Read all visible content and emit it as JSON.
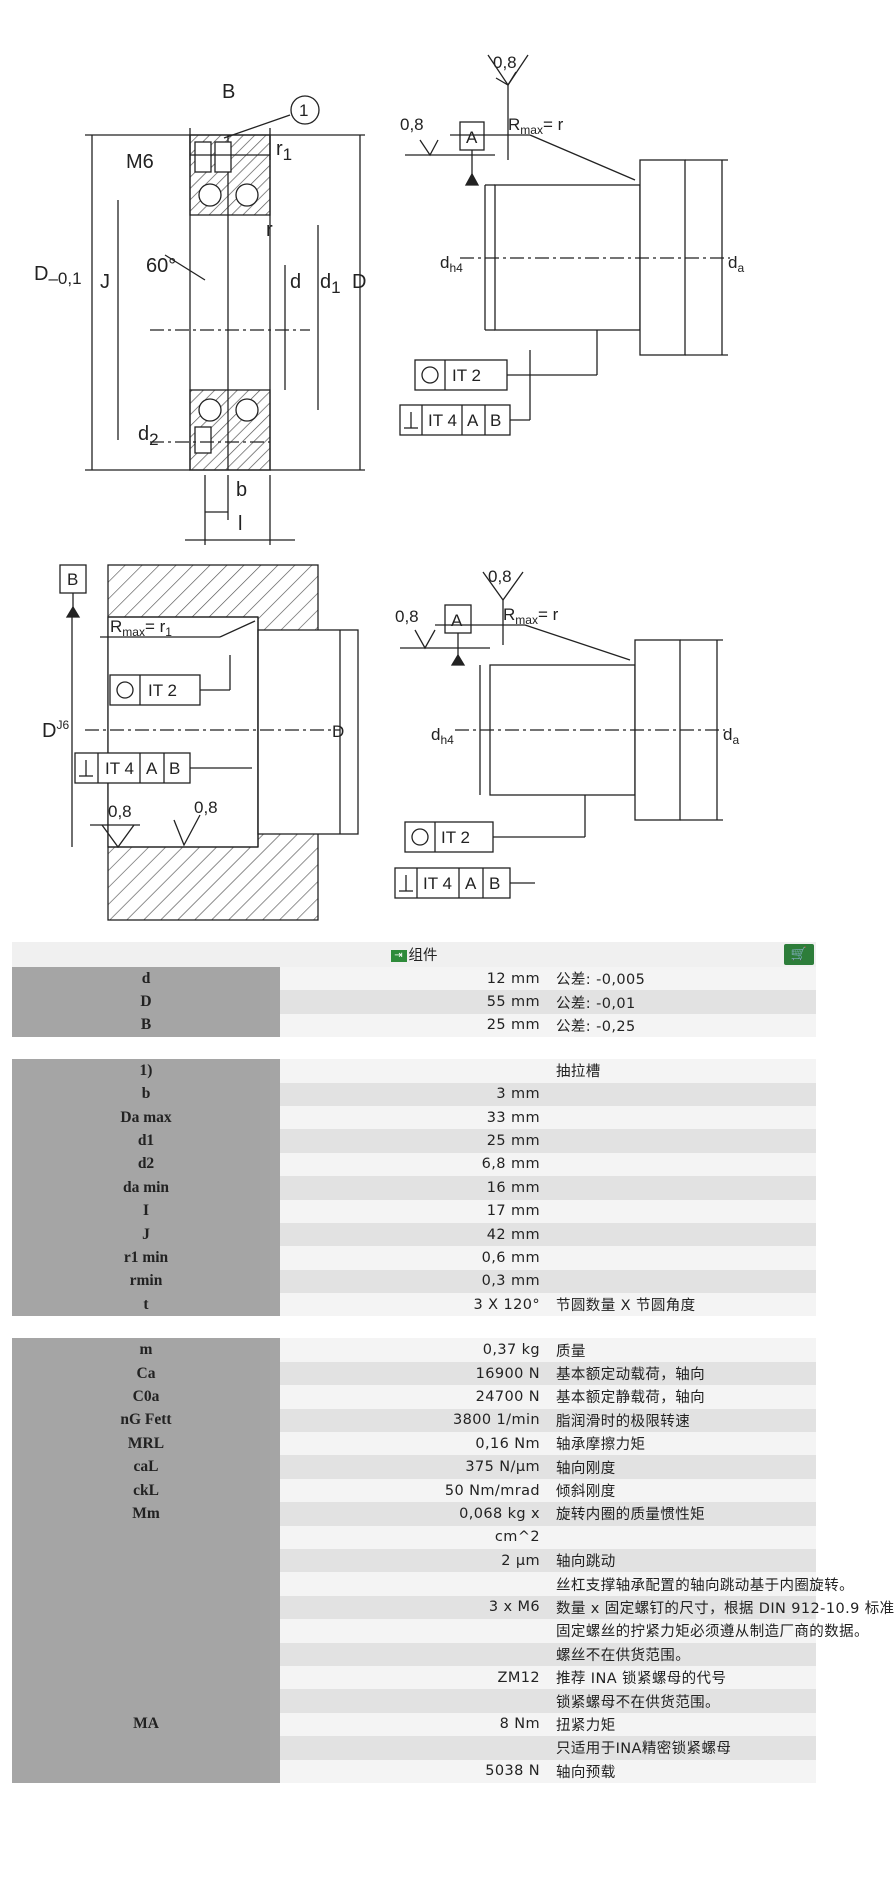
{
  "drawing1": {
    "labels": {
      "B": "B",
      "callout": "1",
      "r1": "r",
      "r1_sub": "1",
      "M6": "M6",
      "D01": "D",
      "D01_sub": "–0,1",
      "J": "J",
      "angle": "60°",
      "r": "r",
      "d": "d",
      "d1": "d",
      "d1_sub": "1",
      "D": "D",
      "d2": "d",
      "d2_sub": "2",
      "b": "b",
      "l": "l"
    }
  },
  "drawing2": {
    "labels": {
      "rough_top": "0,8",
      "rough_left": "0,8",
      "datumA": "A",
      "rmax": "R",
      "rmax_sub": "max",
      "rmax_eq": "= r",
      "dh4": "d",
      "dh4_sub": "h4",
      "da": "d",
      "da_sub": "a",
      "it2": "IT 2",
      "it4": "IT 4",
      "A": "A",
      "B": "B"
    }
  },
  "drawing3": {
    "labels": {
      "datumB": "B",
      "rmax": "R",
      "rmax_sub": "max",
      "rmax_eq": "= r",
      "rmax_sub2": "1",
      "it2": "IT 2",
      "dj6": "D",
      "dj6_sup": "J6",
      "D": "D",
      "it4": "IT 4",
      "A": "A",
      "B": "B",
      "rough1": "0,8",
      "rough2": "0,8"
    }
  },
  "drawing4": {
    "labels": {
      "rough_top": "0,8",
      "rough_left": "0,8",
      "datumA": "A",
      "rmax": "R",
      "rmax_sub": "max",
      "rmax_eq": "= r",
      "dh4": "d",
      "dh4_sub": "h4",
      "da": "d",
      "da_sub": "a",
      "it2": "IT 2",
      "it4": "IT 4",
      "A": "A",
      "B": "B"
    }
  },
  "table": {
    "header": "组件",
    "group1": [
      {
        "label": "d",
        "value": "12  mm",
        "desc": "公差: -0,005"
      },
      {
        "label": "D",
        "value": "55  mm",
        "desc": "公差: -0,01"
      },
      {
        "label": "B",
        "value": "25  mm",
        "desc": "公差: -0,25"
      }
    ],
    "group2": [
      {
        "label": "1)",
        "value": "",
        "desc": "抽拉槽"
      },
      {
        "label": "b",
        "value": "3  mm",
        "desc": ""
      },
      {
        "label": "Da max",
        "value": "33  mm",
        "desc": ""
      },
      {
        "label": "d1",
        "value": "25  mm",
        "desc": ""
      },
      {
        "label": "d2",
        "value": "6,8  mm",
        "desc": ""
      },
      {
        "label": "da min",
        "value": "16  mm",
        "desc": ""
      },
      {
        "label": "I",
        "value": "17  mm",
        "desc": ""
      },
      {
        "label": "J",
        "value": "42  mm",
        "desc": ""
      },
      {
        "label": "r1 min",
        "value": "0,6  mm",
        "desc": ""
      },
      {
        "label": "rmin",
        "value": "0,3  mm",
        "desc": ""
      },
      {
        "label": "t",
        "value": "3 X 120°",
        "desc": "节圆数量 X 节圆角度"
      }
    ],
    "group3": [
      {
        "label": "m",
        "value": "0,37  kg",
        "desc": "质量"
      },
      {
        "label": "Ca",
        "value": "16900  N",
        "desc": "基本额定动载荷，轴向"
      },
      {
        "label": "C0a",
        "value": "24700  N",
        "desc": "基本额定静载荷，轴向"
      },
      {
        "label": "nG Fett",
        "value": "3800  1/min",
        "desc": "脂润滑时的极限转速"
      },
      {
        "label": "MRL",
        "value": "0,16  Nm",
        "desc": "轴承摩擦力矩"
      },
      {
        "label": "caL",
        "value": "375  N/µm",
        "desc": "轴向刚度"
      },
      {
        "label": "ckL",
        "value": "50  Nm/mrad",
        "desc": "倾斜刚度"
      },
      {
        "label": "Mm",
        "value": "0,068  kg x",
        "desc": "旋转内圈的质量惯性矩"
      },
      {
        "label": "",
        "value": "cm^2",
        "desc": ""
      },
      {
        "label": "",
        "value": "2  µm",
        "desc": "轴向跳动"
      },
      {
        "label": "",
        "value": "",
        "desc": "丝杠支撑轴承配置的轴向跳动基于内圈旋转。"
      },
      {
        "label": "",
        "value": "3 x M6",
        "desc": "数量 x 固定螺钉的尺寸，根据 DIN 912-10.9 标准"
      },
      {
        "label": "",
        "value": "",
        "desc": "固定螺丝的拧紧力矩必须遵从制造厂商的数据。"
      },
      {
        "label": "",
        "value": "",
        "desc": "螺丝不在供货范围。"
      },
      {
        "label": "",
        "value": "ZM12",
        "desc": "推荐 INA 锁紧螺母的代号"
      },
      {
        "label": "",
        "value": "",
        "desc": "锁紧螺母不在供货范围。"
      },
      {
        "label": "MA",
        "value": "8  Nm",
        "desc": "扭紧力矩"
      },
      {
        "label": "",
        "value": "",
        "desc": "只适用于INA精密锁紧螺母"
      },
      {
        "label": "",
        "value": "5038  N",
        "desc": "轴向预载"
      }
    ]
  },
  "colors": {
    "label_bg": "#a5a5a5",
    "row_light": "#f4f4f4",
    "row_dark": "#e2e2e2",
    "accent_green": "#2e8b3a"
  },
  "icons": {
    "component": "component-icon",
    "cart": "cart-icon"
  }
}
